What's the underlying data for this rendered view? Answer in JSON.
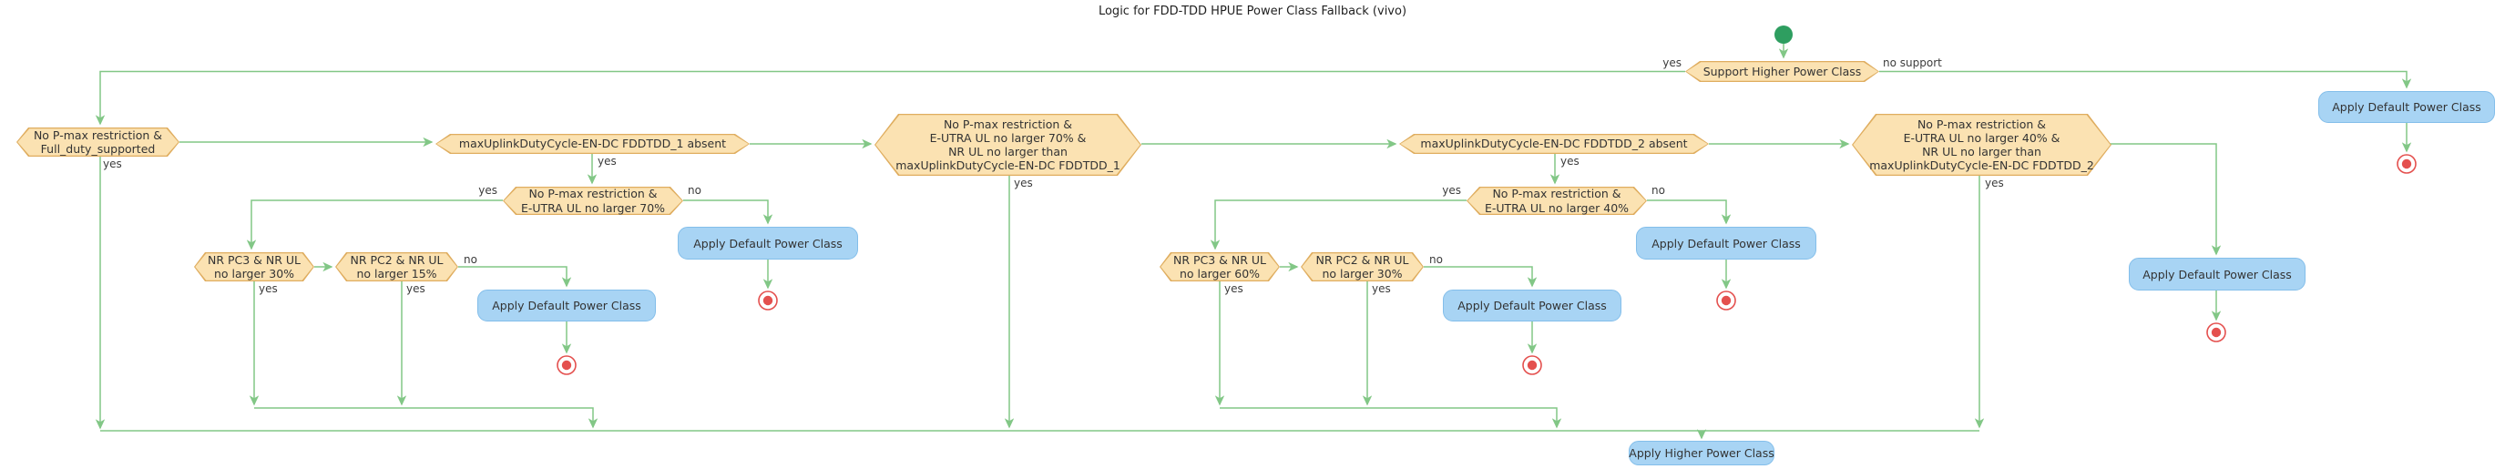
{
  "title": "Logic for FDD-TDD HPUE Power Class Fallback (vivo)",
  "colors": {
    "hexagon_fill": "#FBE2B2",
    "hexagon_border": "#DFAD5F",
    "activity_fill": "#A8D4F4",
    "activity_border": "#83BEEA",
    "edge_green": "#82C786",
    "start_green": "#2E9E60",
    "end_red": "#E4504E",
    "text": "#333333"
  },
  "activities": {
    "default_label": "Apply Default Power Class",
    "higher_label": "Apply Higher Power Class"
  },
  "nodes": {
    "support": {
      "lines": [
        "Support Higher Power Class"
      ],
      "branch_left": "yes",
      "branch_right": "no support"
    },
    "a1": {
      "lines": [
        "No P-max restriction &",
        "Full_duty_supported"
      ],
      "branch_down": "yes"
    },
    "b1": {
      "lines": [
        "maxUplinkDutyCycle-EN-DC FDDTDD_1 absent"
      ],
      "branch_down": "yes"
    },
    "c1": {
      "lines": [
        "No P-max restriction &",
        "E-UTRA UL no larger 70%"
      ],
      "branch_left": "yes",
      "branch_right": "no"
    },
    "pc3_1": {
      "lines": [
        "NR PC3 & NR UL",
        "no larger 30%"
      ],
      "branch_down": "yes"
    },
    "pc2_1": {
      "lines": [
        "NR PC2 & NR UL",
        "no larger 15%"
      ],
      "branch_down": "yes",
      "branch_right": "no"
    },
    "d1": {
      "lines": [
        "No P-max restriction &",
        "E-UTRA UL no larger 70% &",
        "NR UL no larger than",
        "maxUplinkDutyCycle-EN-DC FDDTDD_1"
      ],
      "branch_down": "yes"
    },
    "b2": {
      "lines": [
        "maxUplinkDutyCycle-EN-DC FDDTDD_2 absent"
      ],
      "branch_down": "yes"
    },
    "c2": {
      "lines": [
        "No P-max restriction &",
        "E-UTRA UL no larger 40%"
      ],
      "branch_left": "yes",
      "branch_right": "no"
    },
    "pc3_2": {
      "lines": [
        "NR PC3 & NR UL",
        "no larger 60%"
      ],
      "branch_down": "yes"
    },
    "pc2_2": {
      "lines": [
        "NR PC2 & NR UL",
        "no larger 30%"
      ],
      "branch_down": "yes",
      "branch_right": "no"
    },
    "d2": {
      "lines": [
        "No P-max restriction &",
        "E-UTRA UL no larger 40% &",
        "NR UL no larger than",
        "maxUplinkDutyCycle-EN-DC FDDTDD_2"
      ],
      "branch_down": "yes"
    }
  }
}
